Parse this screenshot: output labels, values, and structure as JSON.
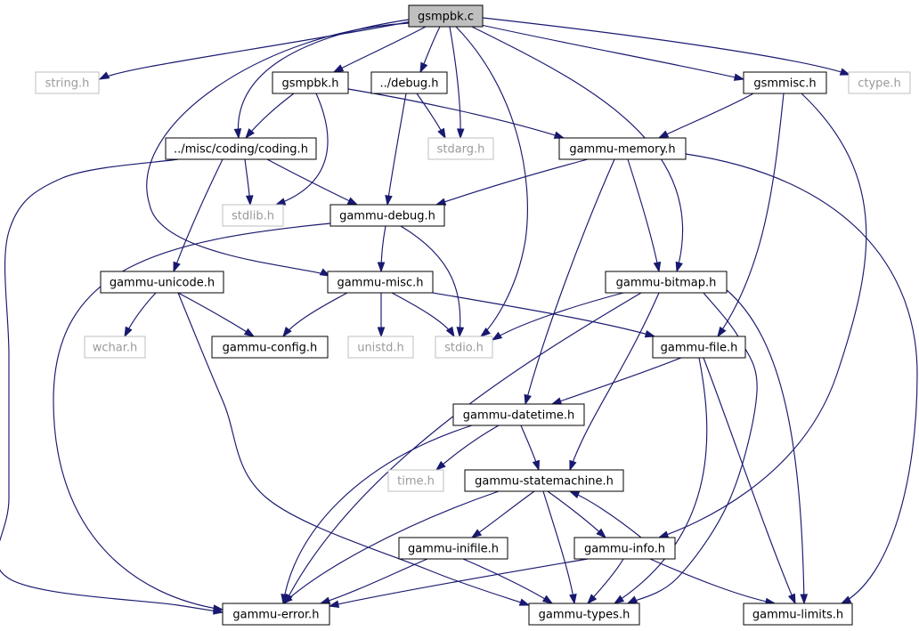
{
  "nodes": {
    "gsmpbk_c": "gsmpbk.c",
    "string_h": "string.h",
    "gsmpbk_h": "gsmpbk.h",
    "debug_h": "../debug.h",
    "gsmmisc_h": "gsmmisc.h",
    "ctype_h": "ctype.h",
    "coding_h": "../misc/coding/coding.h",
    "stdarg_h": "stdarg.h",
    "gammu_memory_h": "gammu-memory.h",
    "stdlib_h": "stdlib.h",
    "gammu_debug_h": "gammu-debug.h",
    "gammu_unicode_h": "gammu-unicode.h",
    "gammu_misc_h": "gammu-misc.h",
    "gammu_bitmap_h": "gammu-bitmap.h",
    "wchar_h": "wchar.h",
    "gammu_config_h": "gammu-config.h",
    "unistd_h": "unistd.h",
    "stdio_h": "stdio.h",
    "gammu_file_h": "gammu-file.h",
    "gammu_datetime_h": "gammu-datetime.h",
    "time_h": "time.h",
    "gammu_statemachine_h": "gammu-statemachine.h",
    "gammu_inifile_h": "gammu-inifile.h",
    "gammu_info_h": "gammu-info.h",
    "gammu_error_h": "gammu-error.h",
    "gammu_types_h": "gammu-types.h",
    "gammu_limits_h": "gammu-limits.h"
  },
  "edges": [
    [
      "gsmpbk_c",
      "string_h"
    ],
    [
      "gsmpbk_c",
      "gsmpbk_h"
    ],
    [
      "gsmpbk_c",
      "debug_h"
    ],
    [
      "gsmpbk_c",
      "gsmmisc_h"
    ],
    [
      "gsmpbk_c",
      "ctype_h"
    ],
    [
      "gsmpbk_c",
      "coding_h"
    ],
    [
      "gsmpbk_c",
      "stdarg_h"
    ],
    [
      "gsmpbk_c",
      "gammu_misc_h"
    ],
    [
      "gsmpbk_c",
      "stdio_h"
    ],
    [
      "gsmpbk_c",
      "gammu_bitmap_h"
    ],
    [
      "gsmpbk_h",
      "coding_h"
    ],
    [
      "gsmpbk_h",
      "stdlib_h"
    ],
    [
      "gsmpbk_h",
      "gammu_memory_h"
    ],
    [
      "debug_h",
      "stdarg_h"
    ],
    [
      "debug_h",
      "gammu_debug_h"
    ],
    [
      "gsmmisc_h",
      "gammu_memory_h"
    ],
    [
      "gsmmisc_h",
      "gammu_file_h"
    ],
    [
      "gsmmisc_h",
      "gammu_info_h"
    ],
    [
      "coding_h",
      "stdlib_h"
    ],
    [
      "coding_h",
      "gammu_debug_h"
    ],
    [
      "coding_h",
      "gammu_unicode_h"
    ],
    [
      "coding_h",
      "gammu_error_h"
    ],
    [
      "gammu_memory_h",
      "gammu_debug_h"
    ],
    [
      "gammu_memory_h",
      "gammu_bitmap_h"
    ],
    [
      "gammu_memory_h",
      "gammu_datetime_h"
    ],
    [
      "gammu_memory_h",
      "gammu_limits_h"
    ],
    [
      "gammu_debug_h",
      "gammu_misc_h"
    ],
    [
      "gammu_debug_h",
      "stdio_h"
    ],
    [
      "gammu_debug_h",
      "gammu_error_h"
    ],
    [
      "gammu_unicode_h",
      "wchar_h"
    ],
    [
      "gammu_unicode_h",
      "gammu_config_h"
    ],
    [
      "gammu_unicode_h",
      "gammu_types_h"
    ],
    [
      "gammu_misc_h",
      "gammu_config_h"
    ],
    [
      "gammu_misc_h",
      "unistd_h"
    ],
    [
      "gammu_misc_h",
      "stdio_h"
    ],
    [
      "gammu_misc_h",
      "gammu_file_h"
    ],
    [
      "gammu_bitmap_h",
      "stdio_h"
    ],
    [
      "gammu_bitmap_h",
      "gammu_error_h"
    ],
    [
      "gammu_bitmap_h",
      "gammu_statemachine_h"
    ],
    [
      "gammu_bitmap_h",
      "gammu_types_h"
    ],
    [
      "gammu_bitmap_h",
      "gammu_limits_h"
    ],
    [
      "gammu_file_h",
      "gammu_datetime_h"
    ],
    [
      "gammu_file_h",
      "gammu_types_h"
    ],
    [
      "gammu_file_h",
      "gammu_limits_h"
    ],
    [
      "gammu_datetime_h",
      "time_h"
    ],
    [
      "gammu_datetime_h",
      "gammu_statemachine_h"
    ],
    [
      "gammu_datetime_h",
      "gammu_error_h"
    ],
    [
      "gammu_statemachine_h",
      "gammu_inifile_h"
    ],
    [
      "gammu_statemachine_h",
      "gammu_info_h"
    ],
    [
      "gammu_statemachine_h",
      "gammu_types_h"
    ],
    [
      "gammu_statemachine_h",
      "gammu_error_h"
    ],
    [
      "gammu_info_h",
      "gammu_statemachine_h"
    ],
    [
      "gammu_info_h",
      "gammu_error_h"
    ],
    [
      "gammu_info_h",
      "gammu_types_h"
    ],
    [
      "gammu_info_h",
      "gammu_limits_h"
    ],
    [
      "gammu_inifile_h",
      "gammu_error_h"
    ],
    [
      "gammu_inifile_h",
      "gammu_types_h"
    ]
  ],
  "colors": {
    "edge": "#191970",
    "node_border": "#000000",
    "system_border": "#bfbfbf",
    "system_text": "#9a9a9a",
    "root_fill": "#bfbfbf"
  }
}
